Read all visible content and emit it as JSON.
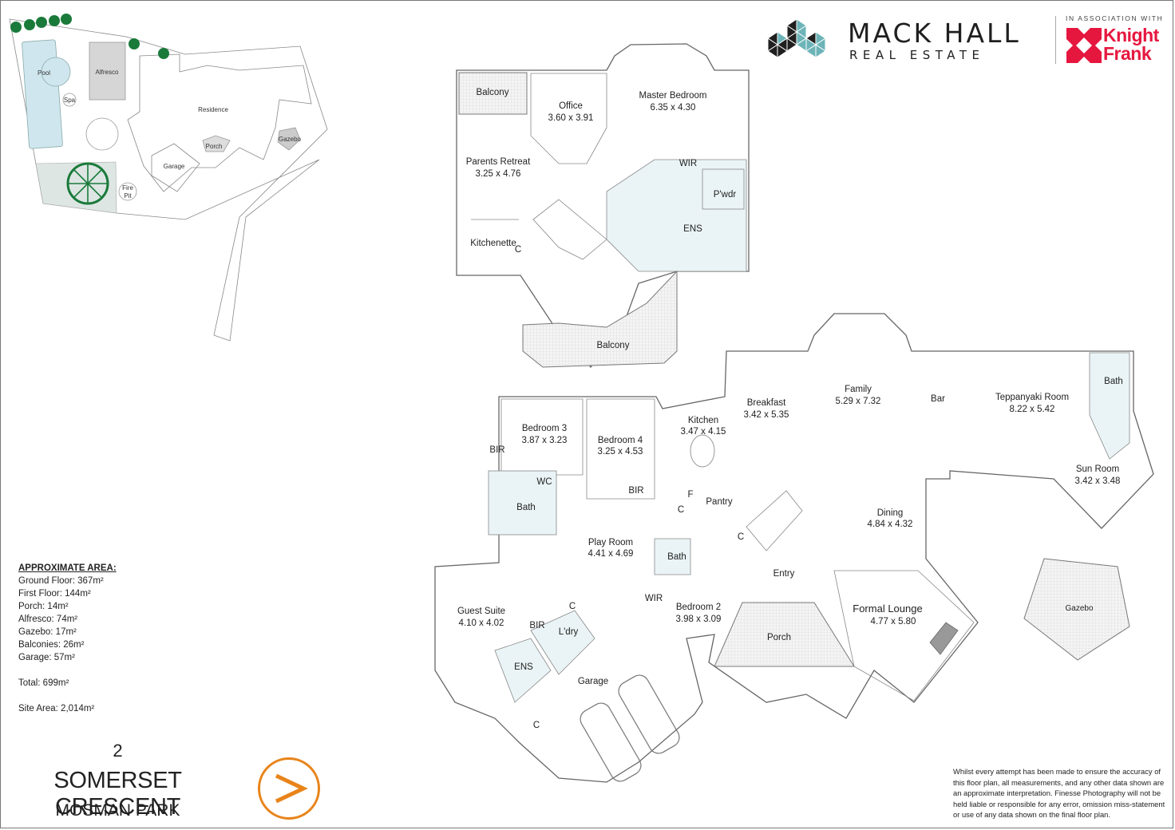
{
  "branding": {
    "agency_name": "MACK HALL",
    "agency_sub": "REAL ESTATE",
    "association_text": "IN ASSOCIATION WITH",
    "partner_line1": "Knight",
    "partner_line2": "Frank",
    "colors": {
      "agency_teal": "#6cb4b8",
      "agency_dark": "#1f1f1f",
      "partner_red": "#e5173f",
      "nav_orange": "#e8841a",
      "tree_green": "#1a7a3a"
    }
  },
  "site_plan": {
    "labels": {
      "pool": "Pool",
      "spa": "Spa",
      "alfresco": "Alfresco",
      "residence": "Residence",
      "gazebo": "Gazebo",
      "porch": "Porch",
      "garage": "Garage",
      "fire_pit_1": "Fire",
      "fire_pit_2": "Pit"
    }
  },
  "first_floor": {
    "rooms": [
      {
        "name": "Balcony",
        "dims": ""
      },
      {
        "name": "Office",
        "dims": "3.60 x 3.91"
      },
      {
        "name": "Master Bedroom",
        "dims": "6.35 x 4.30"
      },
      {
        "name": "Parents Retreat",
        "dims": "3.25 x 4.76"
      },
      {
        "name": "WIR",
        "dims": ""
      },
      {
        "name": "P'wdr",
        "dims": ""
      },
      {
        "name": "ENS",
        "dims": ""
      },
      {
        "name": "Kitchenette",
        "dims": ""
      },
      {
        "name": "C",
        "dims": ""
      },
      {
        "name": "Balcony",
        "dims": ""
      }
    ]
  },
  "ground_floor": {
    "rooms": [
      {
        "name": "Breakfast",
        "dims": "3.42 x 5.35"
      },
      {
        "name": "Family",
        "dims": "5.29 x 7.32"
      },
      {
        "name": "Bar",
        "dims": ""
      },
      {
        "name": "Teppanyaki Room",
        "dims": "8.22 x 5.42"
      },
      {
        "name": "Bath",
        "dims": ""
      },
      {
        "name": "Sun Room",
        "dims": "3.42 x 3.48"
      },
      {
        "name": "Bedroom 3",
        "dims": "3.87 x 3.23"
      },
      {
        "name": "Bedroom 4",
        "dims": "3.25 x 4.53"
      },
      {
        "name": "Kitchen",
        "dims": "3.47 x 4.15"
      },
      {
        "name": "BIR",
        "dims": ""
      },
      {
        "name": "WC",
        "dims": ""
      },
      {
        "name": "Bath",
        "dims": ""
      },
      {
        "name": "BIR",
        "dims": ""
      },
      {
        "name": "F",
        "dims": ""
      },
      {
        "name": "Pantry",
        "dims": ""
      },
      {
        "name": "C",
        "dims": ""
      },
      {
        "name": "C",
        "dims": ""
      },
      {
        "name": "Dining",
        "dims": "4.84 x 4.32"
      },
      {
        "name": "Play Room",
        "dims": "4.41 x 4.69"
      },
      {
        "name": "Bath",
        "dims": ""
      },
      {
        "name": "Entry",
        "dims": ""
      },
      {
        "name": "WIR",
        "dims": ""
      },
      {
        "name": "Bedroom 2",
        "dims": "3.98 x 3.09"
      },
      {
        "name": "Guest Suite",
        "dims": "4.10 x 4.02"
      },
      {
        "name": "C",
        "dims": ""
      },
      {
        "name": "BIR",
        "dims": ""
      },
      {
        "name": "L'dry",
        "dims": ""
      },
      {
        "name": "Formal Lounge",
        "dims": "4.77 x 5.80"
      },
      {
        "name": "Porch",
        "dims": ""
      },
      {
        "name": "ENS",
        "dims": ""
      },
      {
        "name": "Garage",
        "dims": ""
      },
      {
        "name": "C",
        "dims": ""
      },
      {
        "name": "Gazebo",
        "dims": ""
      }
    ]
  },
  "area_summary": {
    "heading": "APPROXIMATE AREA:",
    "lines": [
      "Ground Floor: 367m²",
      "First Floor: 144m²",
      "Porch: 14m²",
      "Alfresco: 74m²",
      "Gazebo: 17m²",
      "Balconies: 26m²",
      "Garage: 57m²"
    ],
    "total": "Total: 699m²",
    "site_area": "Site Area: 2,014m²"
  },
  "address": {
    "number": "2",
    "street": "SOMERSET CRESCENT",
    "suburb": "MOSMAN PARK"
  },
  "navigation": {
    "next_symbol": ">"
  },
  "disclaimer": "Whilst every attempt has been made to ensure the accuracy of this floor plan, all measurements, and any other data shown are an approximate interpretation. Finesse Photography will not be held liable or responsible for any error, omission miss-statement or use of any data shown on the final floor plan."
}
